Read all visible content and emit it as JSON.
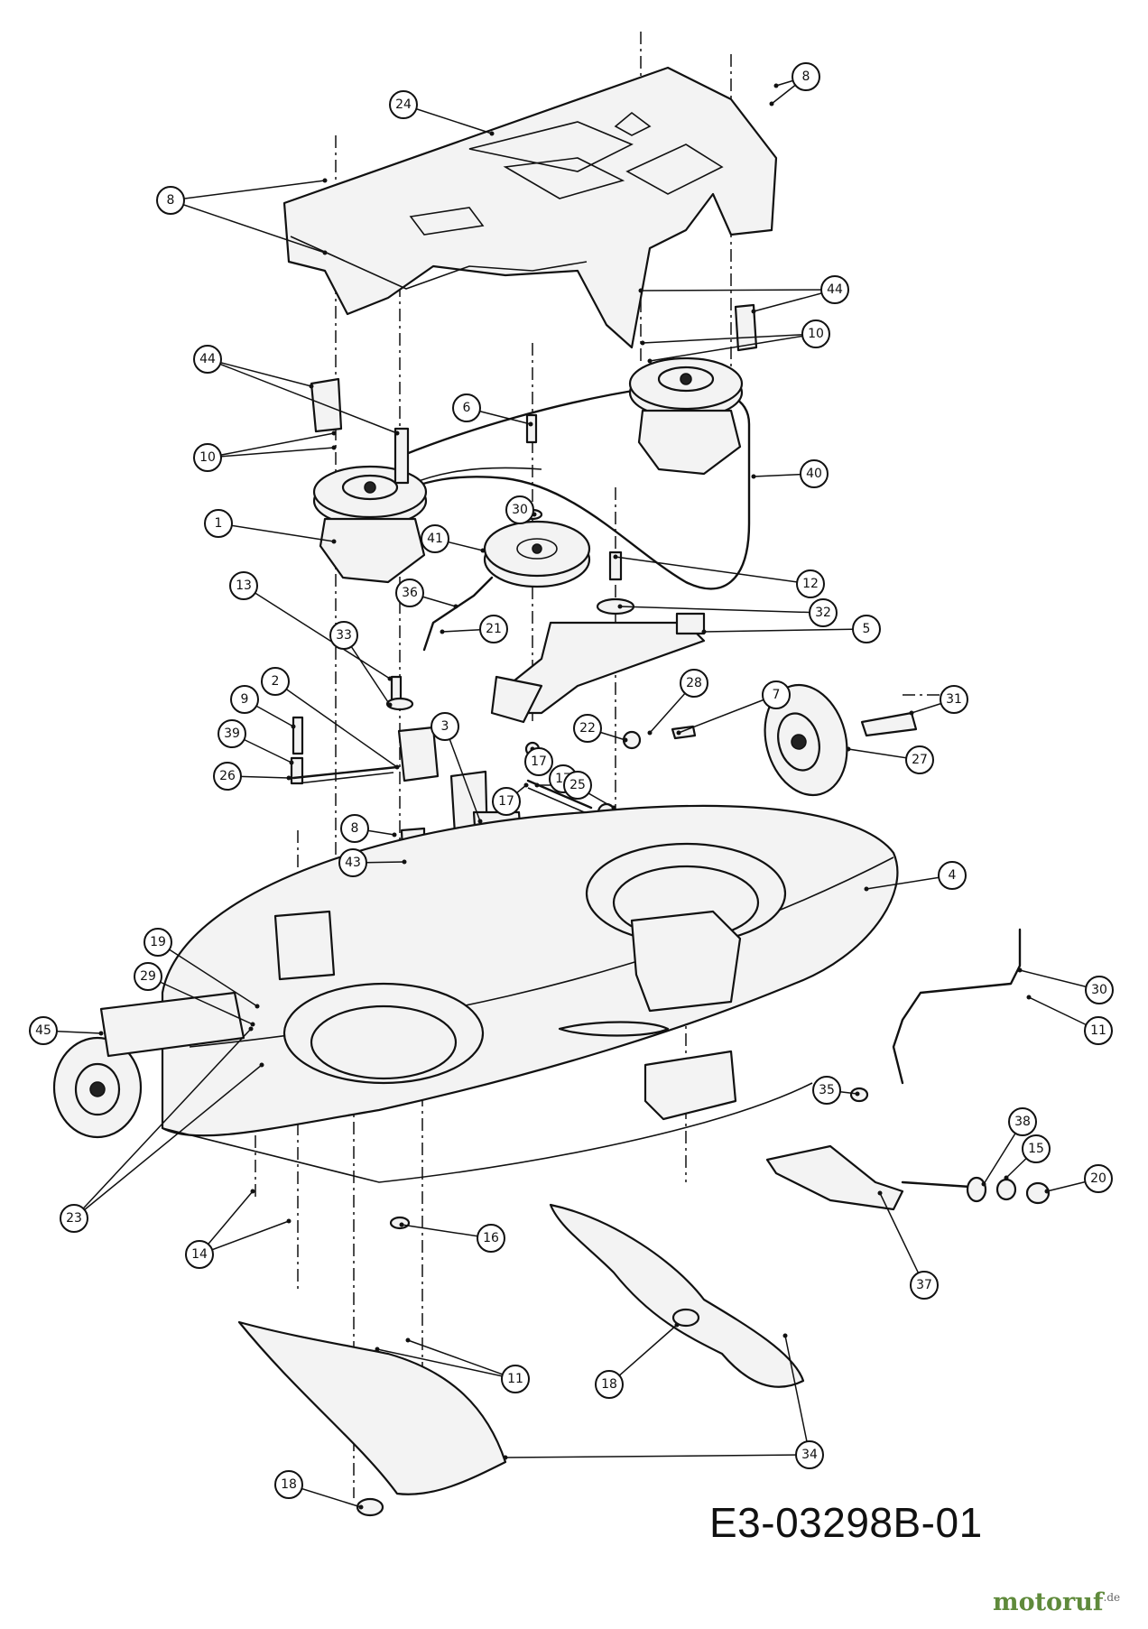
{
  "diagram_code": "E3-03298B-01",
  "watermark": {
    "name": "motoruf",
    "domain": ".de",
    "color": "#5f8a3b"
  },
  "callouts": [
    {
      "label": "1"
    },
    {
      "label": "2"
    },
    {
      "label": "3"
    },
    {
      "label": "4"
    },
    {
      "label": "5"
    },
    {
      "label": "6"
    },
    {
      "label": "7"
    },
    {
      "label": "8"
    },
    {
      "label": "8"
    },
    {
      "label": "8"
    },
    {
      "label": "9"
    },
    {
      "label": "10"
    },
    {
      "label": "10"
    },
    {
      "label": "11"
    },
    {
      "label": "11"
    },
    {
      "label": "12"
    },
    {
      "label": "13"
    },
    {
      "label": "14"
    },
    {
      "label": "15"
    },
    {
      "label": "16"
    },
    {
      "label": "17"
    },
    {
      "label": "17"
    },
    {
      "label": "17"
    },
    {
      "label": "18"
    },
    {
      "label": "18"
    },
    {
      "label": "19"
    },
    {
      "label": "20"
    },
    {
      "label": "21"
    },
    {
      "label": "22"
    },
    {
      "label": "23"
    },
    {
      "label": "24"
    },
    {
      "label": "25"
    },
    {
      "label": "26"
    },
    {
      "label": "27"
    },
    {
      "label": "28"
    },
    {
      "label": "29"
    },
    {
      "label": "30"
    },
    {
      "label": "30"
    },
    {
      "label": "31"
    },
    {
      "label": "32"
    },
    {
      "label": "33"
    },
    {
      "label": "34"
    },
    {
      "label": "35"
    },
    {
      "label": "36"
    },
    {
      "label": "37"
    },
    {
      "label": "38"
    },
    {
      "label": "39"
    },
    {
      "label": "40"
    },
    {
      "label": "41"
    },
    {
      "label": "43"
    },
    {
      "label": "44"
    },
    {
      "label": "44"
    },
    {
      "label": "45"
    }
  ]
}
